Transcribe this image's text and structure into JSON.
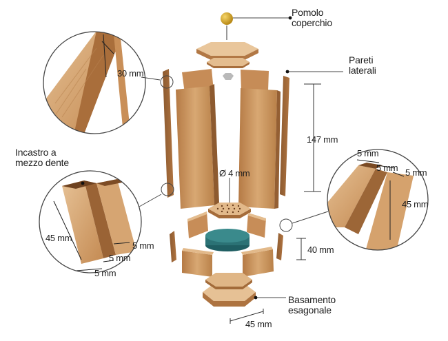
{
  "labels": {
    "knob": [
      "Pomolo",
      "coperchio"
    ],
    "walls": [
      "Pareti",
      "laterali"
    ],
    "joint": [
      "Incastro a",
      "mezzo dente"
    ],
    "base": [
      "Basamento",
      "esagonale"
    ]
  },
  "dimensions": {
    "bevel": "30 mm",
    "height": "147 mm",
    "hole": "Ø 4 mm",
    "slot_w1": "5 mm",
    "slot_w2": "5 mm",
    "slot_w3": "5 mm",
    "slot_depth": "45 mm",
    "joint_depth": "45 mm",
    "joint_a": "5 mm",
    "joint_b": "5 mm",
    "joint_c": "5 mm",
    "foot": "40 mm",
    "base_side": "45 mm"
  },
  "colors": {
    "wood_light": "#e2b98a",
    "wood_mid": "#c8925c",
    "wood_dark": "#9a6537",
    "sponge": "#2e7d80",
    "knob": "#d9a520"
  }
}
